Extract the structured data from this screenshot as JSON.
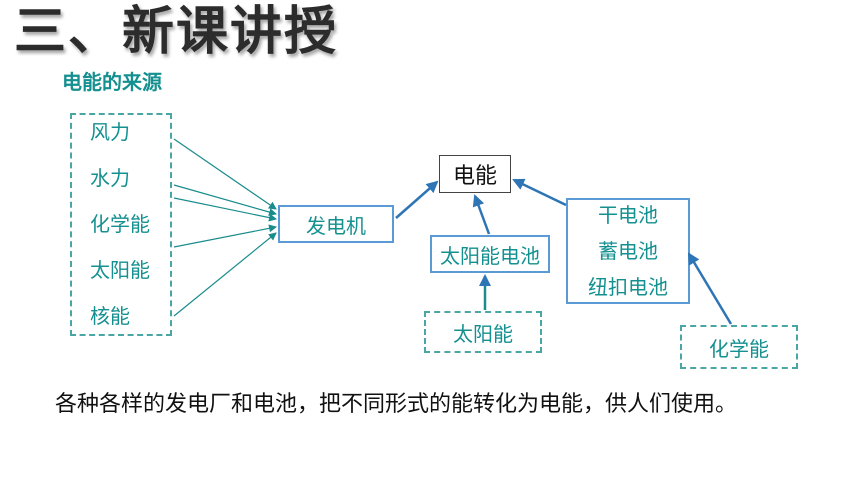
{
  "heading": {
    "title": "三、新课讲授",
    "subtitle": "电能的来源"
  },
  "sources": [
    "风力",
    "水力",
    "化学能",
    "太阳能",
    "核能"
  ],
  "generator": "发电机",
  "electricity": "电能",
  "solar_cell": "太阳能电池",
  "solar_energy": "太阳能",
  "batteries": [
    "干电池",
    "蓄电池",
    "纽扣电池"
  ],
  "chemical_energy": "化学能",
  "caption": "各种各样的发电厂和电池，把不同形式的能转化为电能，供人们使用。",
  "colors": {
    "teal": "#159090",
    "blue_arrow": "#2e75b6",
    "thin_arrow": "#1a8c8c"
  }
}
